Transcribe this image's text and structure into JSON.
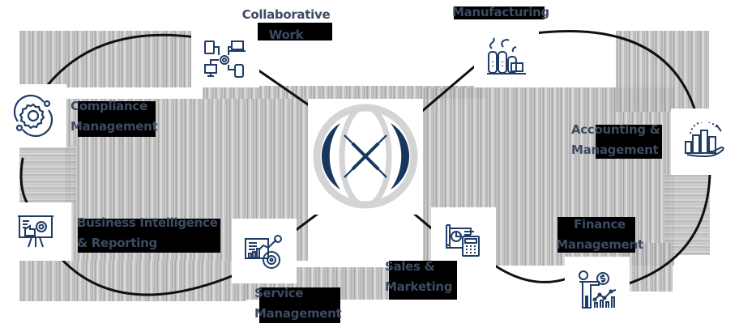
{
  "diagram": {
    "type": "infinity-loop",
    "center": {
      "name": "hub-logo",
      "colors": {
        "ring": "#d4d4d4",
        "accent": "#17375e"
      }
    },
    "nodes": [
      {
        "id": "collaborative-work",
        "line1": "Collaborative",
        "line2": "Work",
        "icon": "devices-network-icon"
      },
      {
        "id": "manufacturing",
        "line1": "Manufacturing",
        "line2": "",
        "icon": "factory-icon"
      },
      {
        "id": "compliance-management",
        "line1": "Compliance",
        "line2": "Management",
        "icon": "gear-orbit-icon"
      },
      {
        "id": "accounting-management",
        "line1": "Accounting &",
        "line2": "Management",
        "icon": "hand-chart-percent-icon"
      },
      {
        "id": "business-intelligence",
        "line1": "Business Intelligence",
        "line2": "& Reporting",
        "icon": "presentation-board-icon"
      },
      {
        "id": "service-management",
        "line1": "Service",
        "line2": "Management",
        "icon": "dashboard-target-icon"
      },
      {
        "id": "sales-marketing",
        "line1": "Sales &",
        "line2": "Marketing",
        "icon": "blueprint-calculator-icon"
      },
      {
        "id": "finance-management",
        "line1": "Finance",
        "line2": "Management",
        "icon": "presenter-dollar-chart-icon"
      }
    ],
    "colors": {
      "label_text": "#3d4b63",
      "icon_stroke": "#1f3d66",
      "connector": "#111111"
    }
  }
}
